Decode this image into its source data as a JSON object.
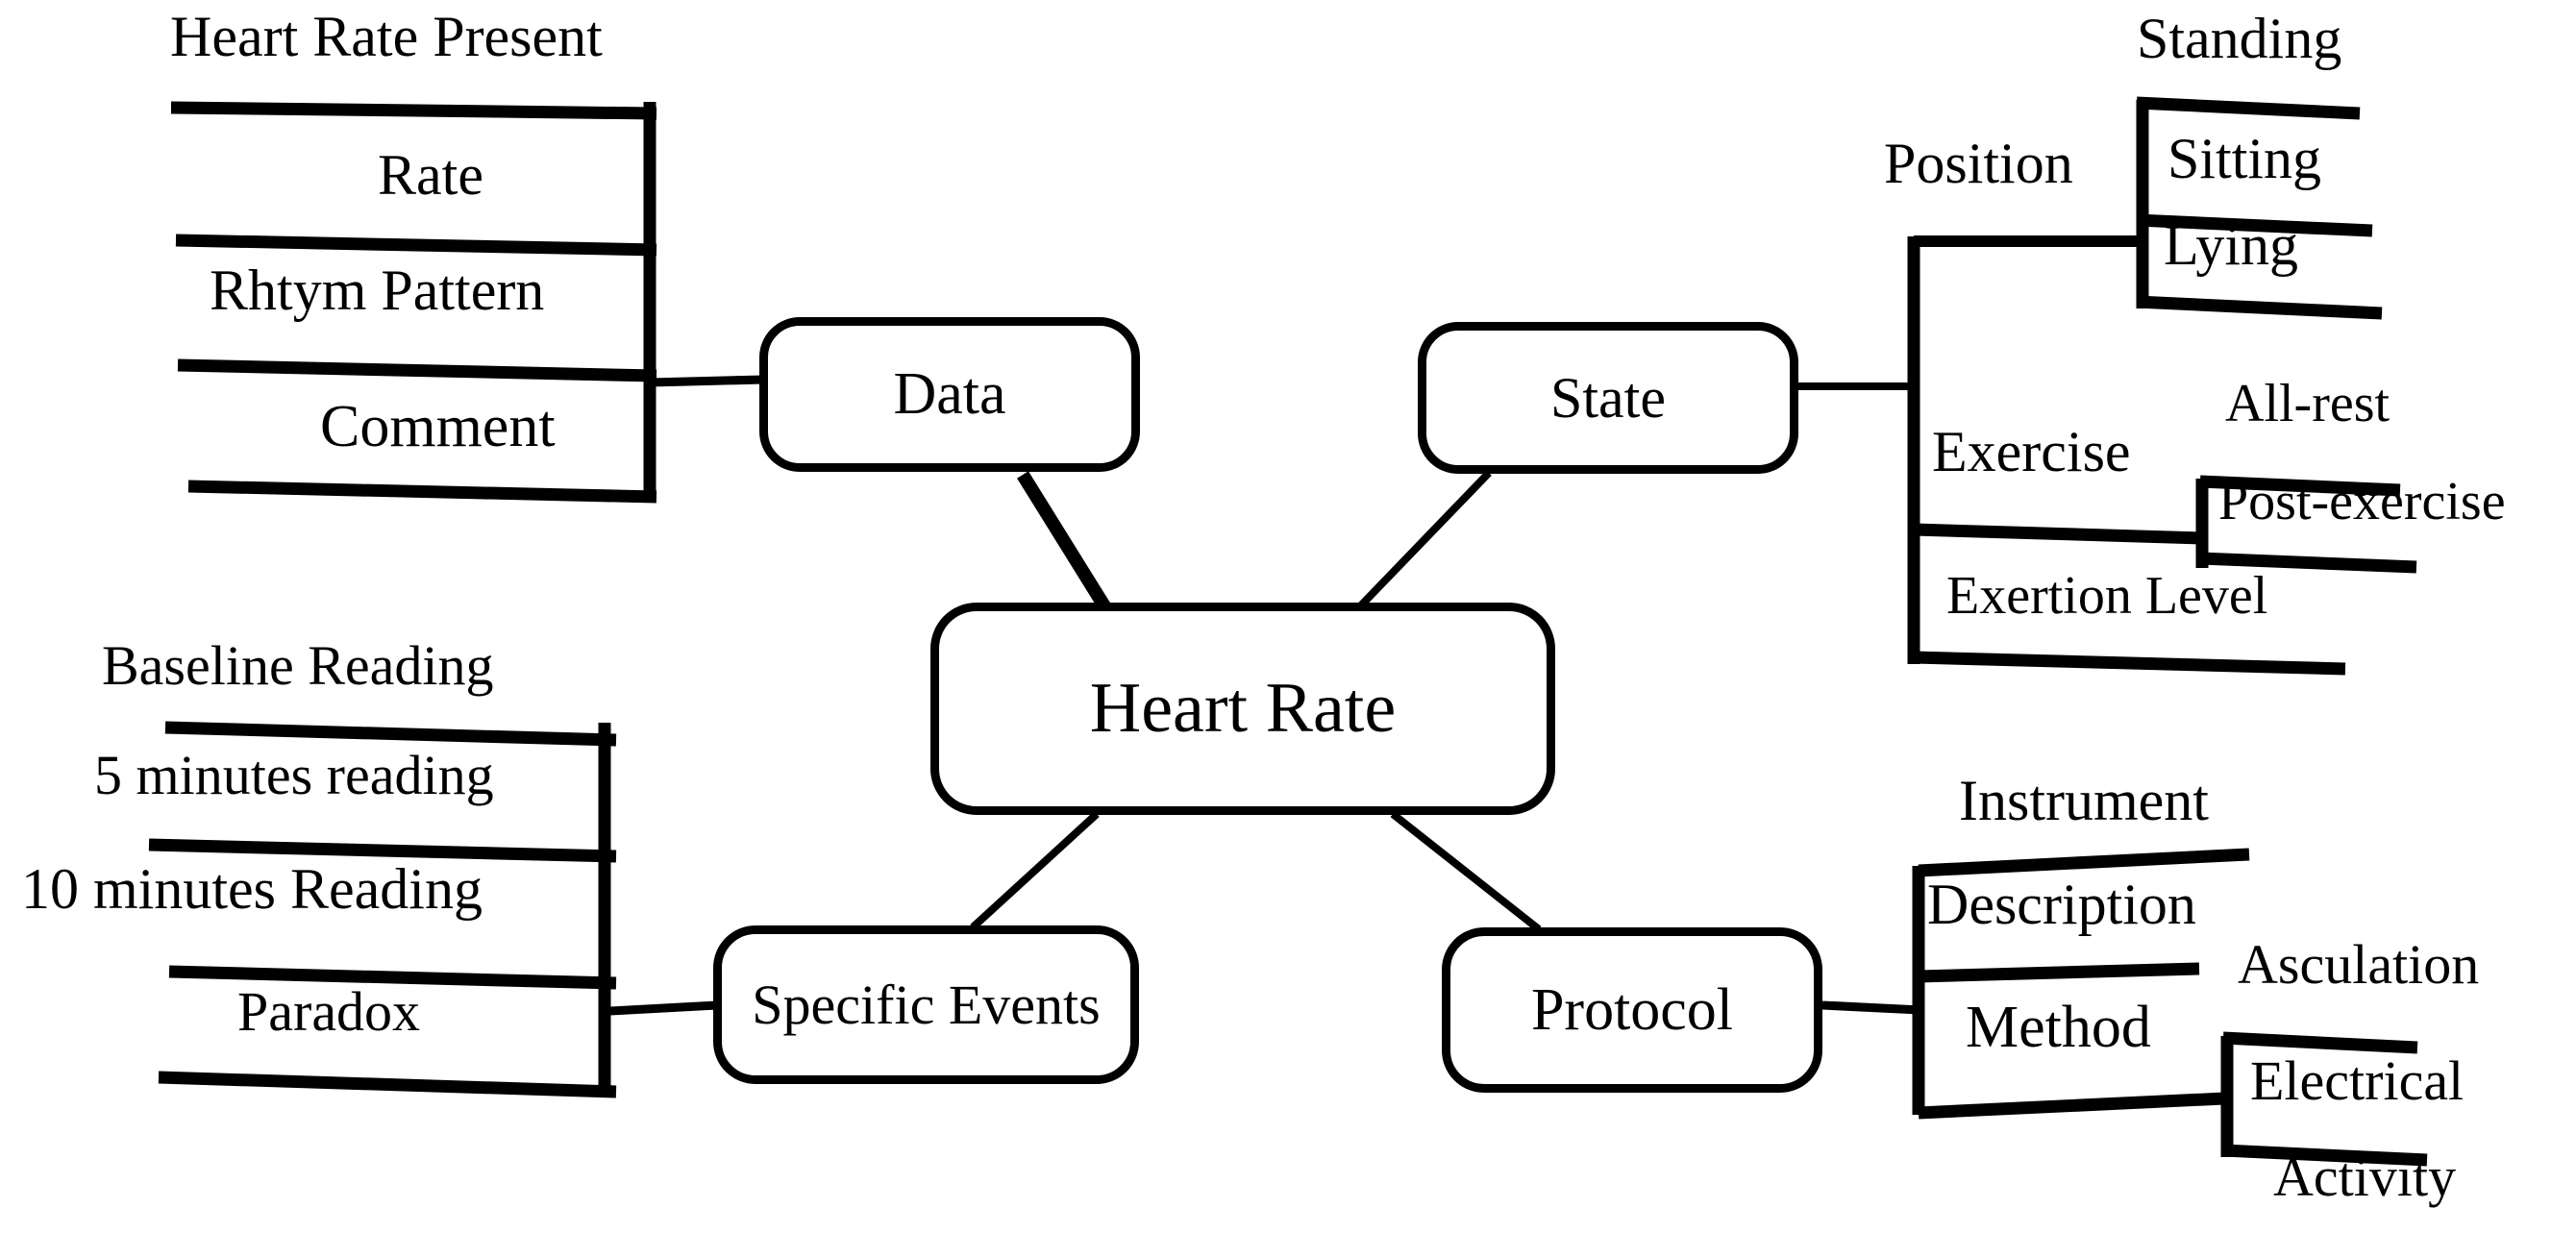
{
  "root": {
    "label": "Heart Rate"
  },
  "branches": {
    "data": {
      "node": "Data",
      "heading": "Heart Rate Present",
      "items": [
        "Rate",
        "Rhtym Pattern",
        "Comment"
      ]
    },
    "state": {
      "node": "State",
      "position": {
        "label": "Position",
        "items": [
          "Standing",
          "Sitting",
          "Lying"
        ]
      },
      "exercise": {
        "label": "Exercise",
        "items": [
          "All-rest",
          "Post-exercise"
        ]
      },
      "exertion": {
        "label": "Exertion Level"
      }
    },
    "specific_events": {
      "node": "Specific Events",
      "heading": "Baseline Reading",
      "items": [
        "5 minutes reading",
        "10 minutes Reading",
        "Paradox"
      ]
    },
    "protocol": {
      "node": "Protocol",
      "heading": "Instrument",
      "items": [
        "Description",
        "Method"
      ],
      "method_children": {
        "heading": "Asculation",
        "lines": [
          "Electrical",
          "Activity"
        ]
      }
    }
  },
  "colors": {
    "ink": "#000000",
    "background": "#ffffff"
  }
}
